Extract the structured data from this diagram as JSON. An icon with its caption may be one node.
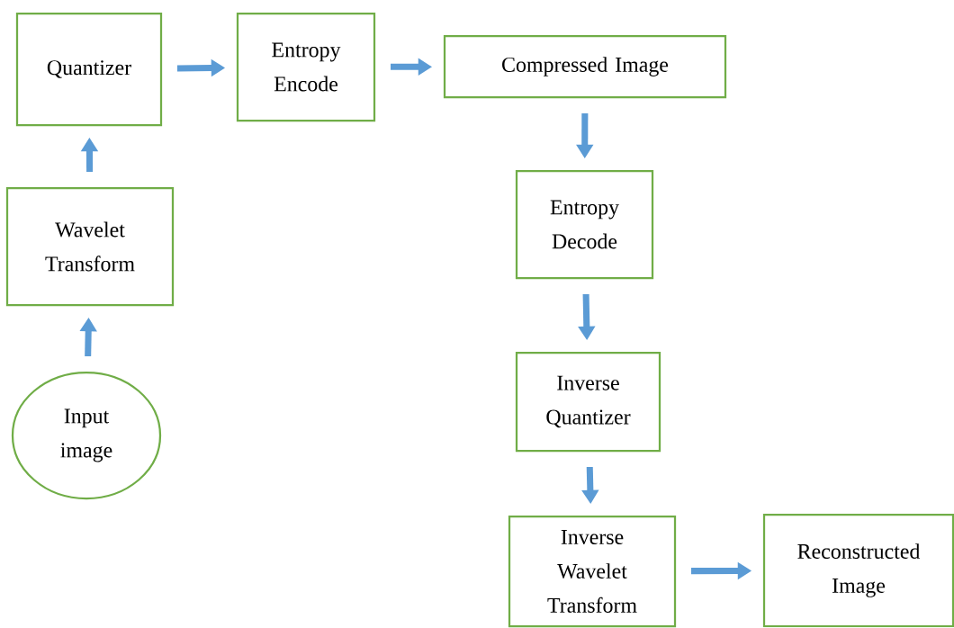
{
  "diagram": {
    "nodes": [
      {
        "text": [
          "Quantizer"
        ]
      },
      {
        "text": [
          "Entropy Encode"
        ]
      },
      {
        "text": [
          "Compressed Image"
        ]
      },
      {
        "text": [
          "Wavelet Transform"
        ]
      },
      {
        "text": [
          "Entropy Decode"
        ]
      },
      {
        "text": [
          "Input image"
        ]
      },
      {
        "text": [
          "Inverse Quantizer"
        ]
      },
      {
        "text": [
          "Inverse Wavelet Transform"
        ]
      },
      {
        "text": [
          "Reconstructed Image"
        ]
      }
    ],
    "edges": [
      {
        "from": 5,
        "to": 3,
        "arrow": "to"
      },
      {
        "from": 3,
        "to": 0,
        "arrow": "to"
      },
      {
        "from": 0,
        "to": 1,
        "arrow": "to"
      },
      {
        "from": 1,
        "to": 2,
        "arrow": "to"
      },
      {
        "from": 2,
        "to": 4,
        "arrow": "to"
      },
      {
        "from": 4,
        "to": 6,
        "arrow": "to"
      },
      {
        "from": 6,
        "to": 7,
        "arrow": "to"
      },
      {
        "from": 7,
        "to": 8,
        "arrow": "to"
      }
    ]
  }
}
